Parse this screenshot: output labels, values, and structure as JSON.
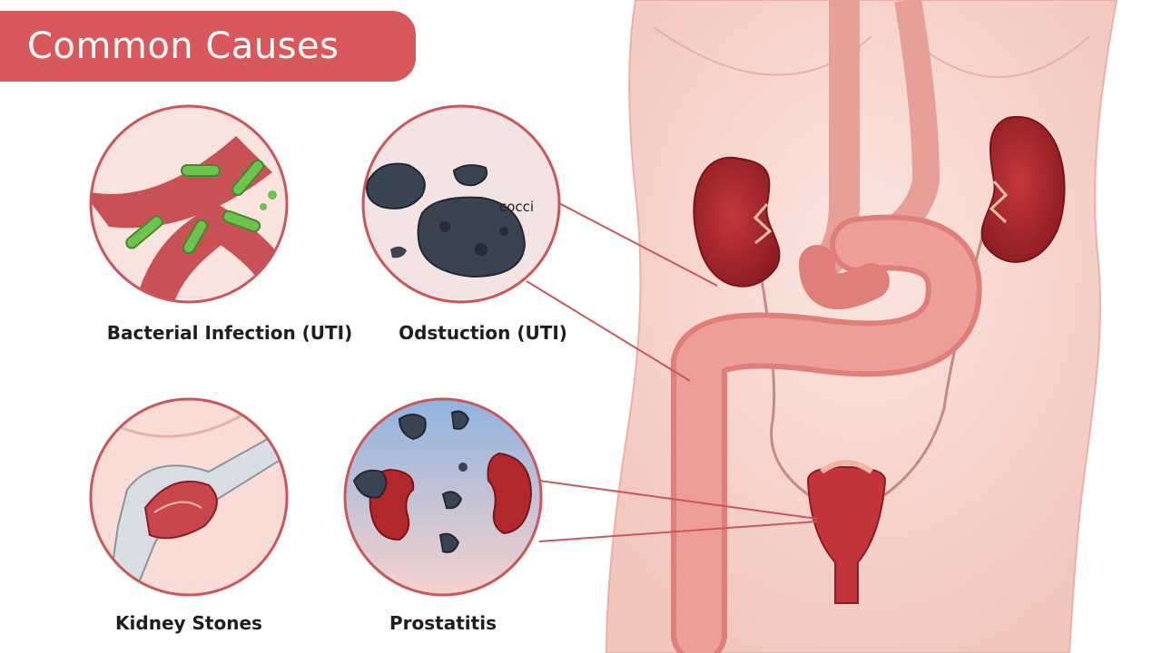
{
  "title": "Common Causes",
  "panels": [
    {
      "caption": "Bacterial Infection (UTI)"
    },
    {
      "caption": "Odstuction (UTI)",
      "callout": "cocci"
    },
    {
      "caption": "Kidney Stones"
    },
    {
      "caption": "Prostatitis"
    }
  ],
  "colors": {
    "accent": "#d8585c",
    "panel_border": "#c9575a",
    "skin": "#f7d9d3",
    "organ": "#b3282d",
    "intestine": "#e8928c",
    "bacteria": "#6ec34c",
    "stone": "#3a4352"
  }
}
